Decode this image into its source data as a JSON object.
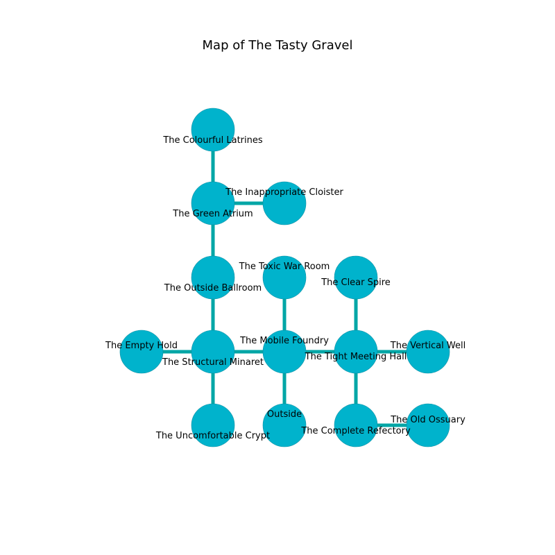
{
  "title": "Map of The Tasty Gravel",
  "colors": {
    "node_fill": "#00b3cc",
    "node_stroke": "#0e8fa3",
    "edge": "#00a6a6"
  },
  "rooms": [
    {
      "id": "colourful_latrines",
      "name": "The Colourful Latrines"
    },
    {
      "id": "green_atrium",
      "name": "The Green Atrium"
    },
    {
      "id": "inappropriate_cloister",
      "name": "The Inappropriate Cloister"
    },
    {
      "id": "outside_ballroom",
      "name": "The Outside Ballroom"
    },
    {
      "id": "toxic_war_room",
      "name": "The Toxic War Room"
    },
    {
      "id": "clear_spire",
      "name": "The Clear Spire"
    },
    {
      "id": "empty_hold",
      "name": "The Empty Hold"
    },
    {
      "id": "structural_minaret",
      "name": "The Structural Minaret"
    },
    {
      "id": "mobile_foundry",
      "name": "The Mobile Foundry"
    },
    {
      "id": "tight_meeting_hall",
      "name": "The Tight Meeting Hall"
    },
    {
      "id": "vertical_well",
      "name": "The Vertical Well"
    },
    {
      "id": "uncomfortable_crypt",
      "name": "The Uncomfortable Crypt"
    },
    {
      "id": "outside",
      "name": "Outside"
    },
    {
      "id": "complete_refectory",
      "name": "The Complete Refectory"
    },
    {
      "id": "old_ossuary",
      "name": "The Old Ossuary"
    }
  ],
  "connections": [
    [
      "colourful_latrines",
      "green_atrium"
    ],
    [
      "green_atrium",
      "inappropriate_cloister"
    ],
    [
      "green_atrium",
      "outside_ballroom"
    ],
    [
      "outside_ballroom",
      "structural_minaret"
    ],
    [
      "empty_hold",
      "structural_minaret"
    ],
    [
      "structural_minaret",
      "mobile_foundry"
    ],
    [
      "structural_minaret",
      "uncomfortable_crypt"
    ],
    [
      "toxic_war_room",
      "mobile_foundry"
    ],
    [
      "mobile_foundry",
      "tight_meeting_hall"
    ],
    [
      "mobile_foundry",
      "outside"
    ],
    [
      "clear_spire",
      "tight_meeting_hall"
    ],
    [
      "tight_meeting_hall",
      "vertical_well"
    ],
    [
      "tight_meeting_hall",
      "complete_refectory"
    ],
    [
      "complete_refectory",
      "old_ossuary"
    ]
  ]
}
